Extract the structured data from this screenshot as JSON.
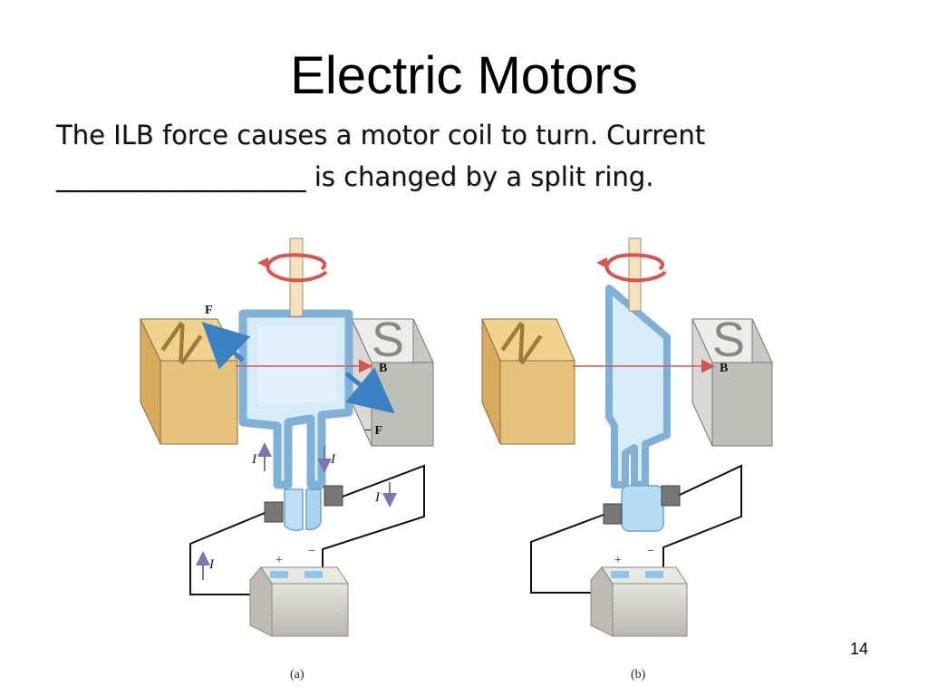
{
  "slide": {
    "title": "Electric Motors",
    "subtitle_line1": "The ILB force causes a motor coil to turn. Current",
    "subtitle_blank": "___________________",
    "subtitle_line2_rest": " is changed by a split ring.",
    "page_number": "14"
  },
  "figure_a": {
    "north_label": "N",
    "south_label": "S",
    "force_label": "F",
    "neg_force_label": "− F",
    "field_label": "B",
    "current_label": "I",
    "plus_label": "+",
    "minus_label": "−",
    "caption": "(a)"
  },
  "figure_b": {
    "north_label": "N",
    "south_label": "S",
    "field_label": "B",
    "plus_label": "+",
    "minus_label": "−",
    "caption": "(b)"
  },
  "colors": {
    "magnet_north": "#e7c27a",
    "magnet_south": "#d8d8d4",
    "coil": "#b9d6ec",
    "coil_fill": "#d6ecf8",
    "shaft": "#f2e2c0",
    "rotation_arrow": "#d9534f",
    "force_arrow": "#3b82c4",
    "field_line": "#d9534f",
    "current_arrow": "#7a77b0",
    "battery": "#cfcfc7"
  }
}
